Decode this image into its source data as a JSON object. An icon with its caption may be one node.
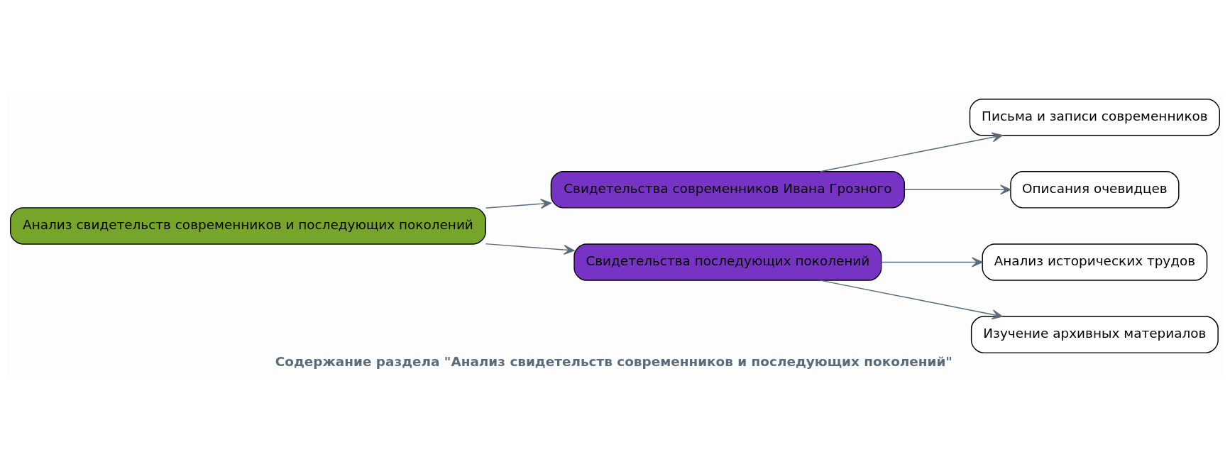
{
  "diagram": {
    "title": "Содержание раздела \"Анализ свидетельств современников и последующих поколений\"",
    "nodes": [
      {
        "text": [
          "Анализ свидетельств современников и последующих поколений"
        ]
      },
      {
        "text": [
          "Свидетельства современников Ивана Грозного"
        ]
      },
      {
        "text": [
          "Свидетельства последующих поколений"
        ]
      },
      {
        "text": [
          "Письма и записи современников"
        ]
      },
      {
        "text": [
          "Описания очевидцев"
        ]
      },
      {
        "text": [
          "Анализ исторических трудов"
        ]
      },
      {
        "text": [
          "Изучение архивных материалов"
        ]
      }
    ],
    "edges": [
      {
        "from": 0,
        "to": 1,
        "arrow": "to"
      },
      {
        "from": 0,
        "to": 2,
        "arrow": "to"
      },
      {
        "from": 1,
        "to": 3,
        "arrow": "to"
      },
      {
        "from": 1,
        "to": 4,
        "arrow": "to"
      },
      {
        "from": 2,
        "to": 5,
        "arrow": "to"
      },
      {
        "from": 2,
        "to": 6,
        "arrow": "to"
      }
    ]
  }
}
